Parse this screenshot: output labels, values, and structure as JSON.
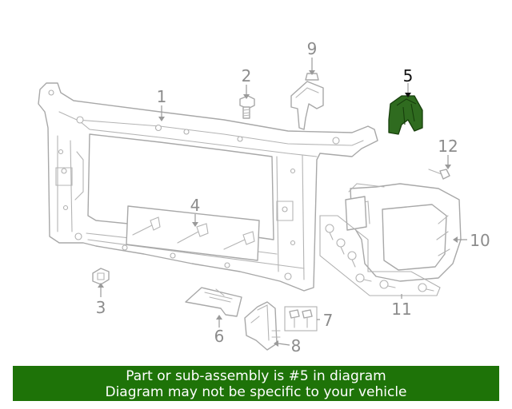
{
  "callouts": {
    "c1": "1",
    "c2": "2",
    "c3": "3",
    "c4": "4",
    "c5": "5",
    "c6": "6",
    "c7": "7",
    "c8": "8",
    "c9": "9",
    "c10": "10",
    "c11": "11",
    "c12": "12"
  },
  "highlighted_part": "5",
  "colors": {
    "highlight": "#2f6b1f",
    "banner": "#1e7308",
    "line_art": "#a8a8a8"
  },
  "banner": {
    "line1": "Part or sub-assembly is #5 in diagram",
    "line2": "Diagram may not be specific to your vehicle"
  }
}
